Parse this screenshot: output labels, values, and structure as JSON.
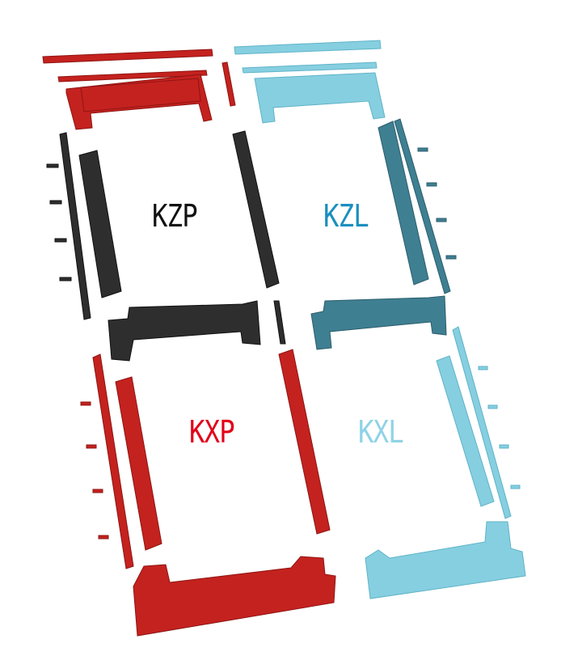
{
  "colors": {
    "red": "#c4221f",
    "black": "#2a2a2a",
    "teal": "#3f7f92",
    "light_blue": "#86cfe0"
  },
  "kits": [
    {
      "label": "KZP",
      "color": "#111111"
    },
    {
      "label": "KZL",
      "color": "#1b8fbf"
    },
    {
      "label": "KXP",
      "color": "#e2001a"
    },
    {
      "label": "KXL",
      "color": "#8fd3e6"
    }
  ]
}
